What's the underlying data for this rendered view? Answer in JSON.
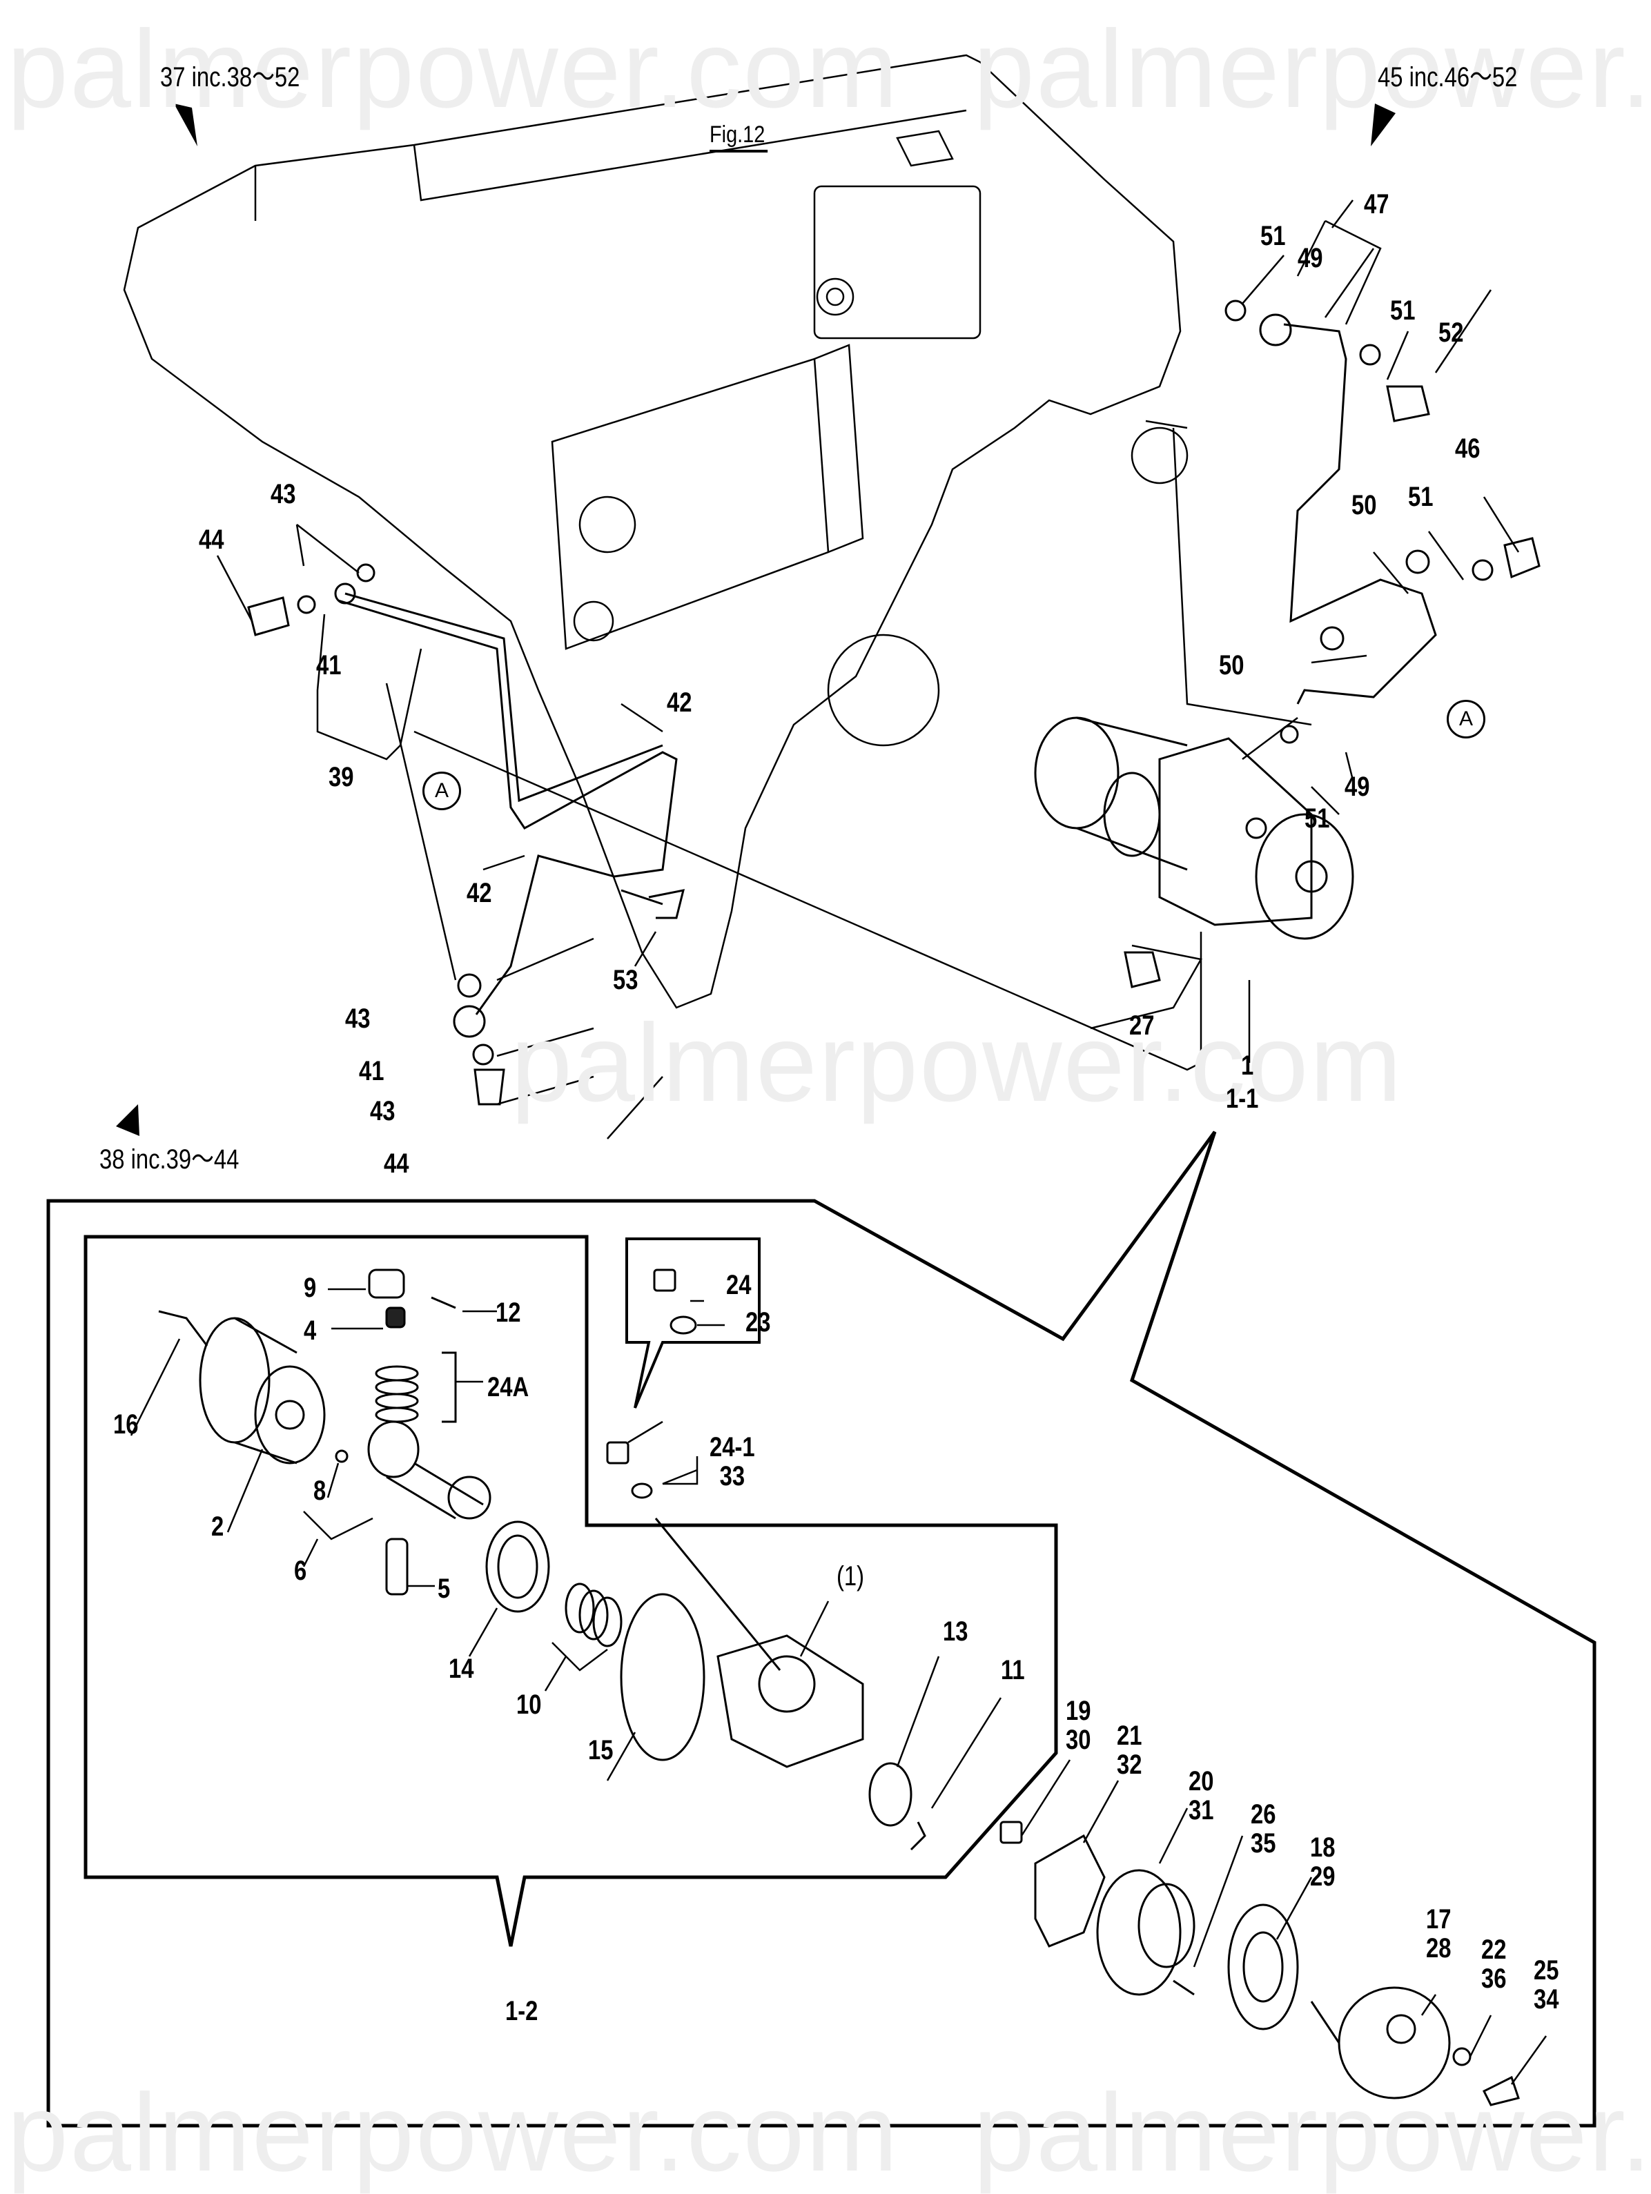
{
  "watermark": "palmerpower.com",
  "figure_reference": "Fig.12",
  "assembly_refs": [
    {
      "text": "37 inc.38～52"
    },
    {
      "text": "45 inc.46～52"
    },
    {
      "text": "38 inc.39～44"
    }
  ],
  "callout_circle": "A",
  "top_labels": {
    "p43a": "43",
    "p44a": "44",
    "p41a": "41",
    "p39": "39",
    "p42a": "42",
    "p42b": "42",
    "p53": "53",
    "p43b": "43",
    "p41b": "41",
    "p43c": "43",
    "p44b": "44",
    "p47": "47",
    "p51a": "51",
    "p49a": "49",
    "p51b": "51",
    "p52": "52",
    "p46": "46",
    "p50a": "50",
    "p51c": "51",
    "p50b": "50",
    "p49b": "49",
    "p51d": "51",
    "p27": "27",
    "p1": "1",
    "p1_1": "1-1"
  },
  "inset_labels": {
    "p9": "9",
    "p12": "12",
    "p4": "4",
    "p24A": "24A",
    "p16": "16",
    "p2": "2",
    "p8": "8",
    "p6": "6",
    "p5": "5",
    "p14": "14",
    "p10": "10",
    "p15": "15",
    "p1_paren": "(1)",
    "p13": "13",
    "p11": "11",
    "p1_2": "1-2",
    "p24": "24",
    "p23": "23",
    "p24_1": "24-1\n33",
    "p19_30": "19\n30",
    "p21_32": "21\n32",
    "p20_31": "20\n31",
    "p26_35": "26\n35",
    "p18_29": "18\n29",
    "p17_28": "17\n28",
    "p22_36": "22\n36",
    "p25_34": "25\n34"
  }
}
